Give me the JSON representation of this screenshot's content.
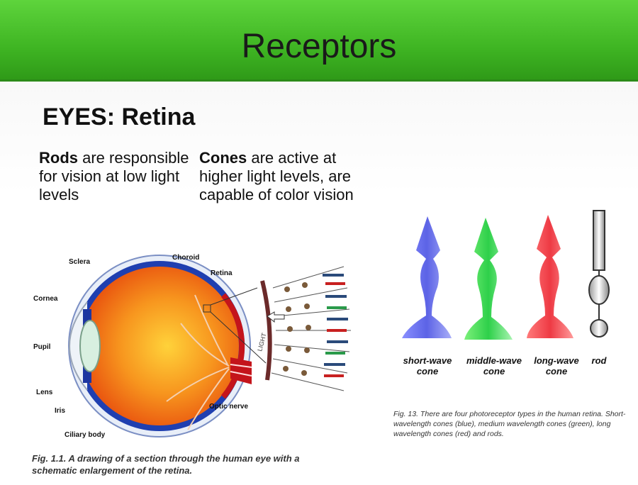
{
  "header": {
    "title": "Receptors"
  },
  "subtitle": "EYES: Retina",
  "rods": {
    "term": "Rods",
    "text": " are responsible for vision at low light levels"
  },
  "cones": {
    "term": "Cones",
    "text": " are active at higher light levels, are capable of color vision"
  },
  "eye_figure": {
    "labels": {
      "sclera": "Sclera",
      "choroid": "Choroid",
      "retina": "Retina",
      "cornea": "Cornea",
      "pupil": "Pupil",
      "lens": "Lens",
      "iris": "Iris",
      "ciliary": "Ciliary body",
      "optic": "Optic nerve",
      "light": "LIGHT"
    },
    "caption": "Fig. 1.1. A drawing of a section through the human eye with a schematic enlargement of the retina."
  },
  "photoreceptor_figure": {
    "types": [
      {
        "line1": "short-wave",
        "line2": "cone",
        "color": "#6f76f0"
      },
      {
        "line1": "middle-wave",
        "line2": "cone",
        "color": "#3fe05a"
      },
      {
        "line1": "long-wave",
        "line2": "cone",
        "color": "#f24a52"
      },
      {
        "line1": "rod",
        "line2": "",
        "color": "#bbbbbb"
      }
    ],
    "caption": "Fig. 13. There are four photoreceptor types in the human retina. Short-wavelength cones (blue), medium wavelength cones (green), long wavelength cones (red) and rods."
  },
  "colors": {
    "header_green": "#3fb523",
    "eye_orange": "#f07a10",
    "eye_blue": "#1f3fb0"
  }
}
